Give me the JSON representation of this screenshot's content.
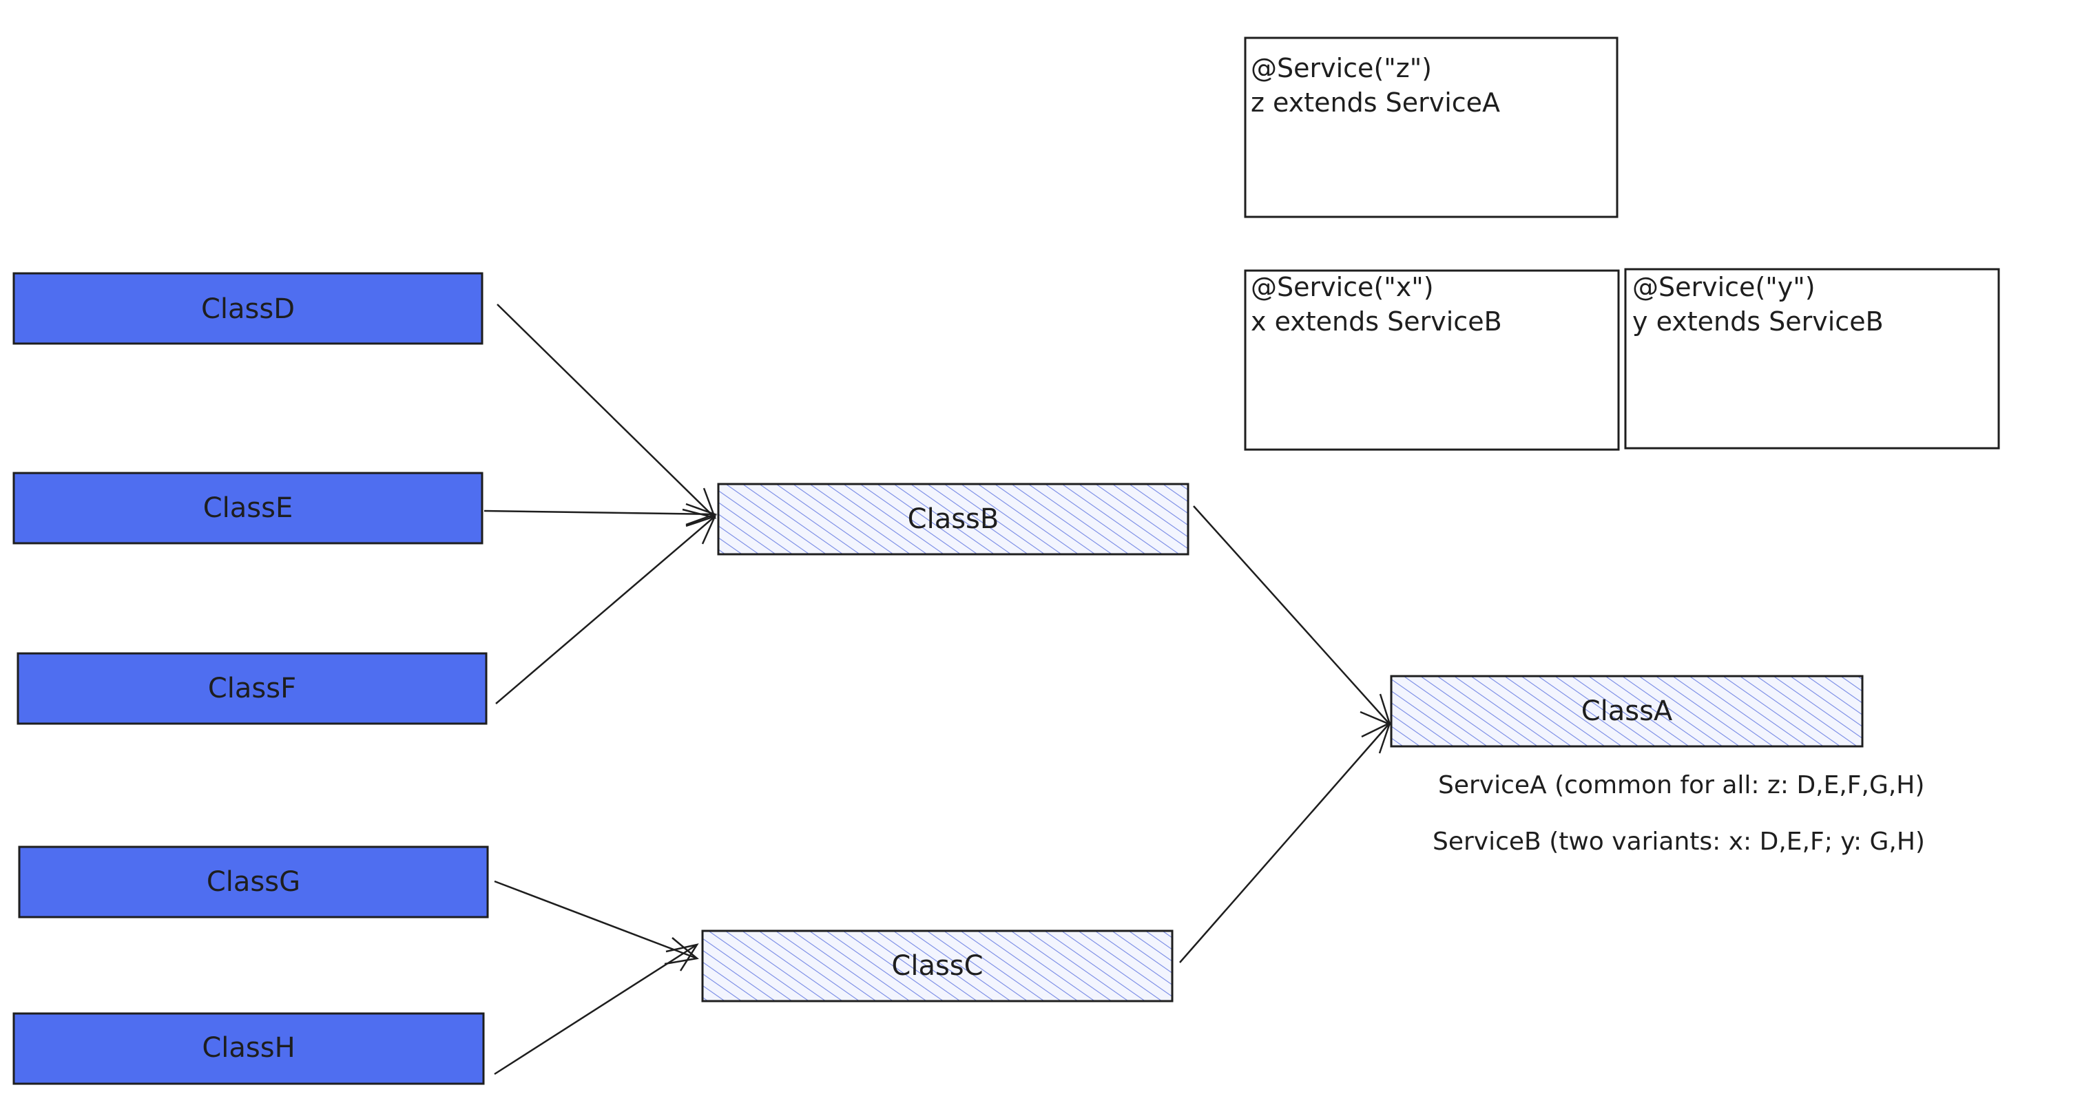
{
  "colors": {
    "solid_fill": "#4f6ef0",
    "hatch_fill": "#3b57d6",
    "hatch_bg": "#eef1fd",
    "stroke": "#1e1e1e",
    "background": "#ffffff"
  },
  "nodes": {
    "class_d": "ClassD",
    "class_e": "ClassE",
    "class_f": "ClassF",
    "class_g": "ClassG",
    "class_h": "ClassH",
    "class_b": "ClassB",
    "class_c": "ClassC",
    "class_a": "ClassA"
  },
  "notes": {
    "service_z": {
      "line1": "@Service(\"z\")",
      "line2": "z extends ServiceA"
    },
    "service_x": {
      "line1": "@Service(\"x\")",
      "line2": "x extends ServiceB"
    },
    "service_y": {
      "line1": "@Service(\"y\")",
      "line2": "y extends ServiceB"
    }
  },
  "annotations": {
    "service_a": "ServiceA (common for all: z: D,E,F,G,H)",
    "service_b": "ServiceB (two variants: x: D,E,F; y: G,H)"
  },
  "edges": [
    {
      "from": "ClassD",
      "to": "ClassB"
    },
    {
      "from": "ClassE",
      "to": "ClassB"
    },
    {
      "from": "ClassF",
      "to": "ClassB"
    },
    {
      "from": "ClassG",
      "to": "ClassC"
    },
    {
      "from": "ClassH",
      "to": "ClassC"
    },
    {
      "from": "ClassB",
      "to": "ClassA"
    },
    {
      "from": "ClassC",
      "to": "ClassA"
    }
  ]
}
